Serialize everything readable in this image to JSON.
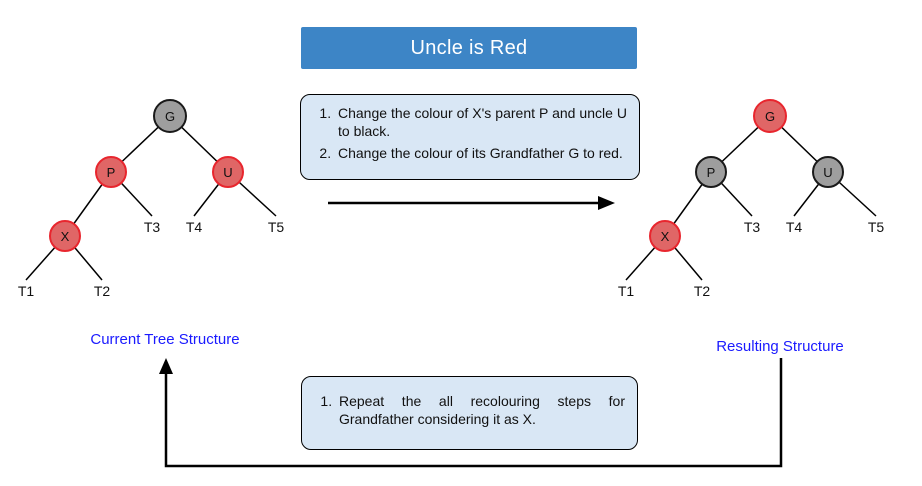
{
  "title_banner": {
    "label": "Uncle is Red"
  },
  "middle_box": {
    "steps": [
      "Change the colour of X's parent P and uncle U to black.",
      "Change the colour of its Grandfather G to red."
    ]
  },
  "bottom_box": {
    "steps": [
      "Repeat the all recolouring steps for Grandfather considering it as X."
    ]
  },
  "trees": {
    "left": {
      "caption": "Current Tree Structure",
      "nodes": [
        {
          "label": "G",
          "color": "gray"
        },
        {
          "label": "P",
          "color": "red"
        },
        {
          "label": "U",
          "color": "red"
        },
        {
          "label": "X",
          "color": "red"
        }
      ],
      "leaves": [
        "T1",
        "T2",
        "T3",
        "T4",
        "T5"
      ]
    },
    "right": {
      "caption": "Resulting Structure",
      "nodes": [
        {
          "label": "G",
          "color": "red"
        },
        {
          "label": "P",
          "color": "gray"
        },
        {
          "label": "U",
          "color": "gray"
        },
        {
          "label": "X",
          "color": "red"
        }
      ],
      "leaves": [
        "T1",
        "T2",
        "T3",
        "T4",
        "T5"
      ]
    }
  },
  "colors": {
    "banner_blue": "#3d85c6",
    "box_fill": "#d9e7f5",
    "red_node_fill": "#e06666",
    "red_node_stroke": "#e8262e",
    "gray_node_fill": "#9e9e9e",
    "gray_node_stroke": "#1a1a1a",
    "caption_blue": "#1a1aff"
  }
}
